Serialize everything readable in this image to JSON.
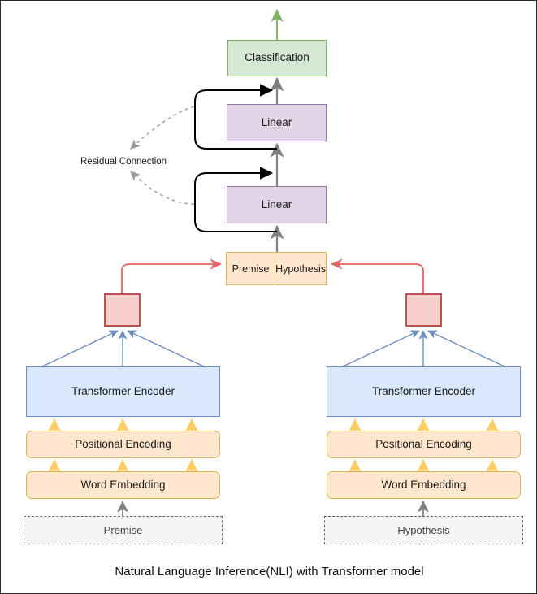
{
  "diagram": {
    "caption": "Natural Language Inference(NLI) with Transformer model",
    "residual_label": "Residual Connection",
    "nodes": {
      "classification": "Classification",
      "linear_top": "Linear",
      "linear_bottom": "Linear",
      "premise_cell": "Premise",
      "hypothesis_cell": "Hypothesis",
      "encoder_left": "Transformer Encoder",
      "encoder_right": "Transformer Encoder",
      "positional_left": "Positional Encoding",
      "positional_right": "Positional Encoding",
      "embedding_left": "Word Embedding",
      "embedding_right": "Word Embedding",
      "input_left": "Premise",
      "input_right": "Hypothesis"
    },
    "colors": {
      "classification_fill": "#d5e8d4",
      "classification_stroke": "#82b366",
      "linear_fill": "#e1d5e7",
      "linear_stroke": "#9673a6",
      "orange_fill": "#ffe6cc",
      "orange_stroke": "#d6b656",
      "pool_fill": "#f8cecc",
      "pool_stroke": "#b85450",
      "encoder_fill": "#dae8fc",
      "encoder_stroke": "#6c8ebf",
      "input_fill": "#f5f5f5",
      "input_stroke": "#666666",
      "arrow_gray": "#808080",
      "arrow_black": "#000000",
      "arrow_red": "#e06666",
      "arrow_blue": "#6c8ebf",
      "arrow_yellow": "#ffcc66",
      "arrow_green": "#82b366"
    }
  }
}
